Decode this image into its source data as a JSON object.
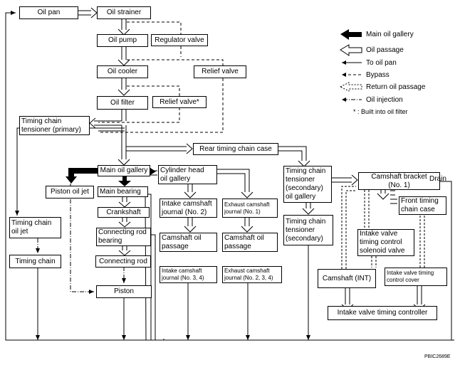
{
  "boxes": {
    "oil_pan": "Oil pan",
    "oil_strainer": "Oil strainer",
    "oil_pump": "Oil pump",
    "regulator_valve": "Regulator valve",
    "oil_cooler": "Oil cooler",
    "relief_valve": "Relief valve",
    "oil_filter": "Oil filter",
    "relief_valve_star": "Relief valve*",
    "timing_chain_tensioner_primary": "Timing chain\ntensioner (primary)",
    "rear_timing_chain_case": "Rear timing chain case",
    "main_oil_gallery": "Main oil gallery",
    "cylinder_head_oil_gallery": "Cylinder head\noil gallery",
    "piston_oil_jet": "Piston oil jet",
    "main_bearing": "Main bearing",
    "crankshaft": "Crankshaft",
    "connecting_rod_bearing": "Connecting rod\nbearing",
    "connecting_rod": "Connecting rod",
    "piston": "Piston",
    "timing_chain_oil_jet": "Timing chain\noil jet",
    "timing_chain": "Timing chain",
    "intake_camshaft_journal_2": "Intake camshaft\njournal (No. 2)",
    "exhaust_camshaft_journal_1": "Exhaust camshaft\njournal (No. 1)",
    "camshaft_oil_passage_a": "Camshaft oil\npassage",
    "camshaft_oil_passage_b": "Camshaft oil\npassage",
    "intake_camshaft_journal_34": "Intake camshaft\njournal (No. 3, 4)",
    "exhaust_camshaft_journal_234": "Exhaust camshaft\njournal (No. 2, 3, 4)",
    "timing_chain_tensioner_secondary_gallery": "Timing chain\ntensioner\n(secondary)\noil gallery",
    "timing_chain_tensioner_secondary": "Timing chain\ntensioner\n(secondary)",
    "camshaft_bracket": "Camshaft bracket\n(No. 1)",
    "front_timing_chain_case": "Front timing\nchain case",
    "intake_valve_timing_control_solenoid_valve": "Intake valve\ntiming control\nsolenoid valve",
    "camshaft_int": "Camshaft (INT)",
    "intake_valve_timing_control_cover": "Intake valve timing\ncontrol cover",
    "intake_valve_timing_controller": "Intake valve timing controller"
  },
  "drain_label": "Drain",
  "legend": {
    "main_oil_gallery": "Main oil gallery",
    "oil_passage": "Oil passage",
    "to_oil_pan": "To oil pan",
    "bypass": "Bypass",
    "return_oil_passage": "Return oil passage",
    "oil_injection": "Oil injection",
    "built_in_note": "* : Built into oil filter"
  },
  "figure_code": "PBIC2689E"
}
